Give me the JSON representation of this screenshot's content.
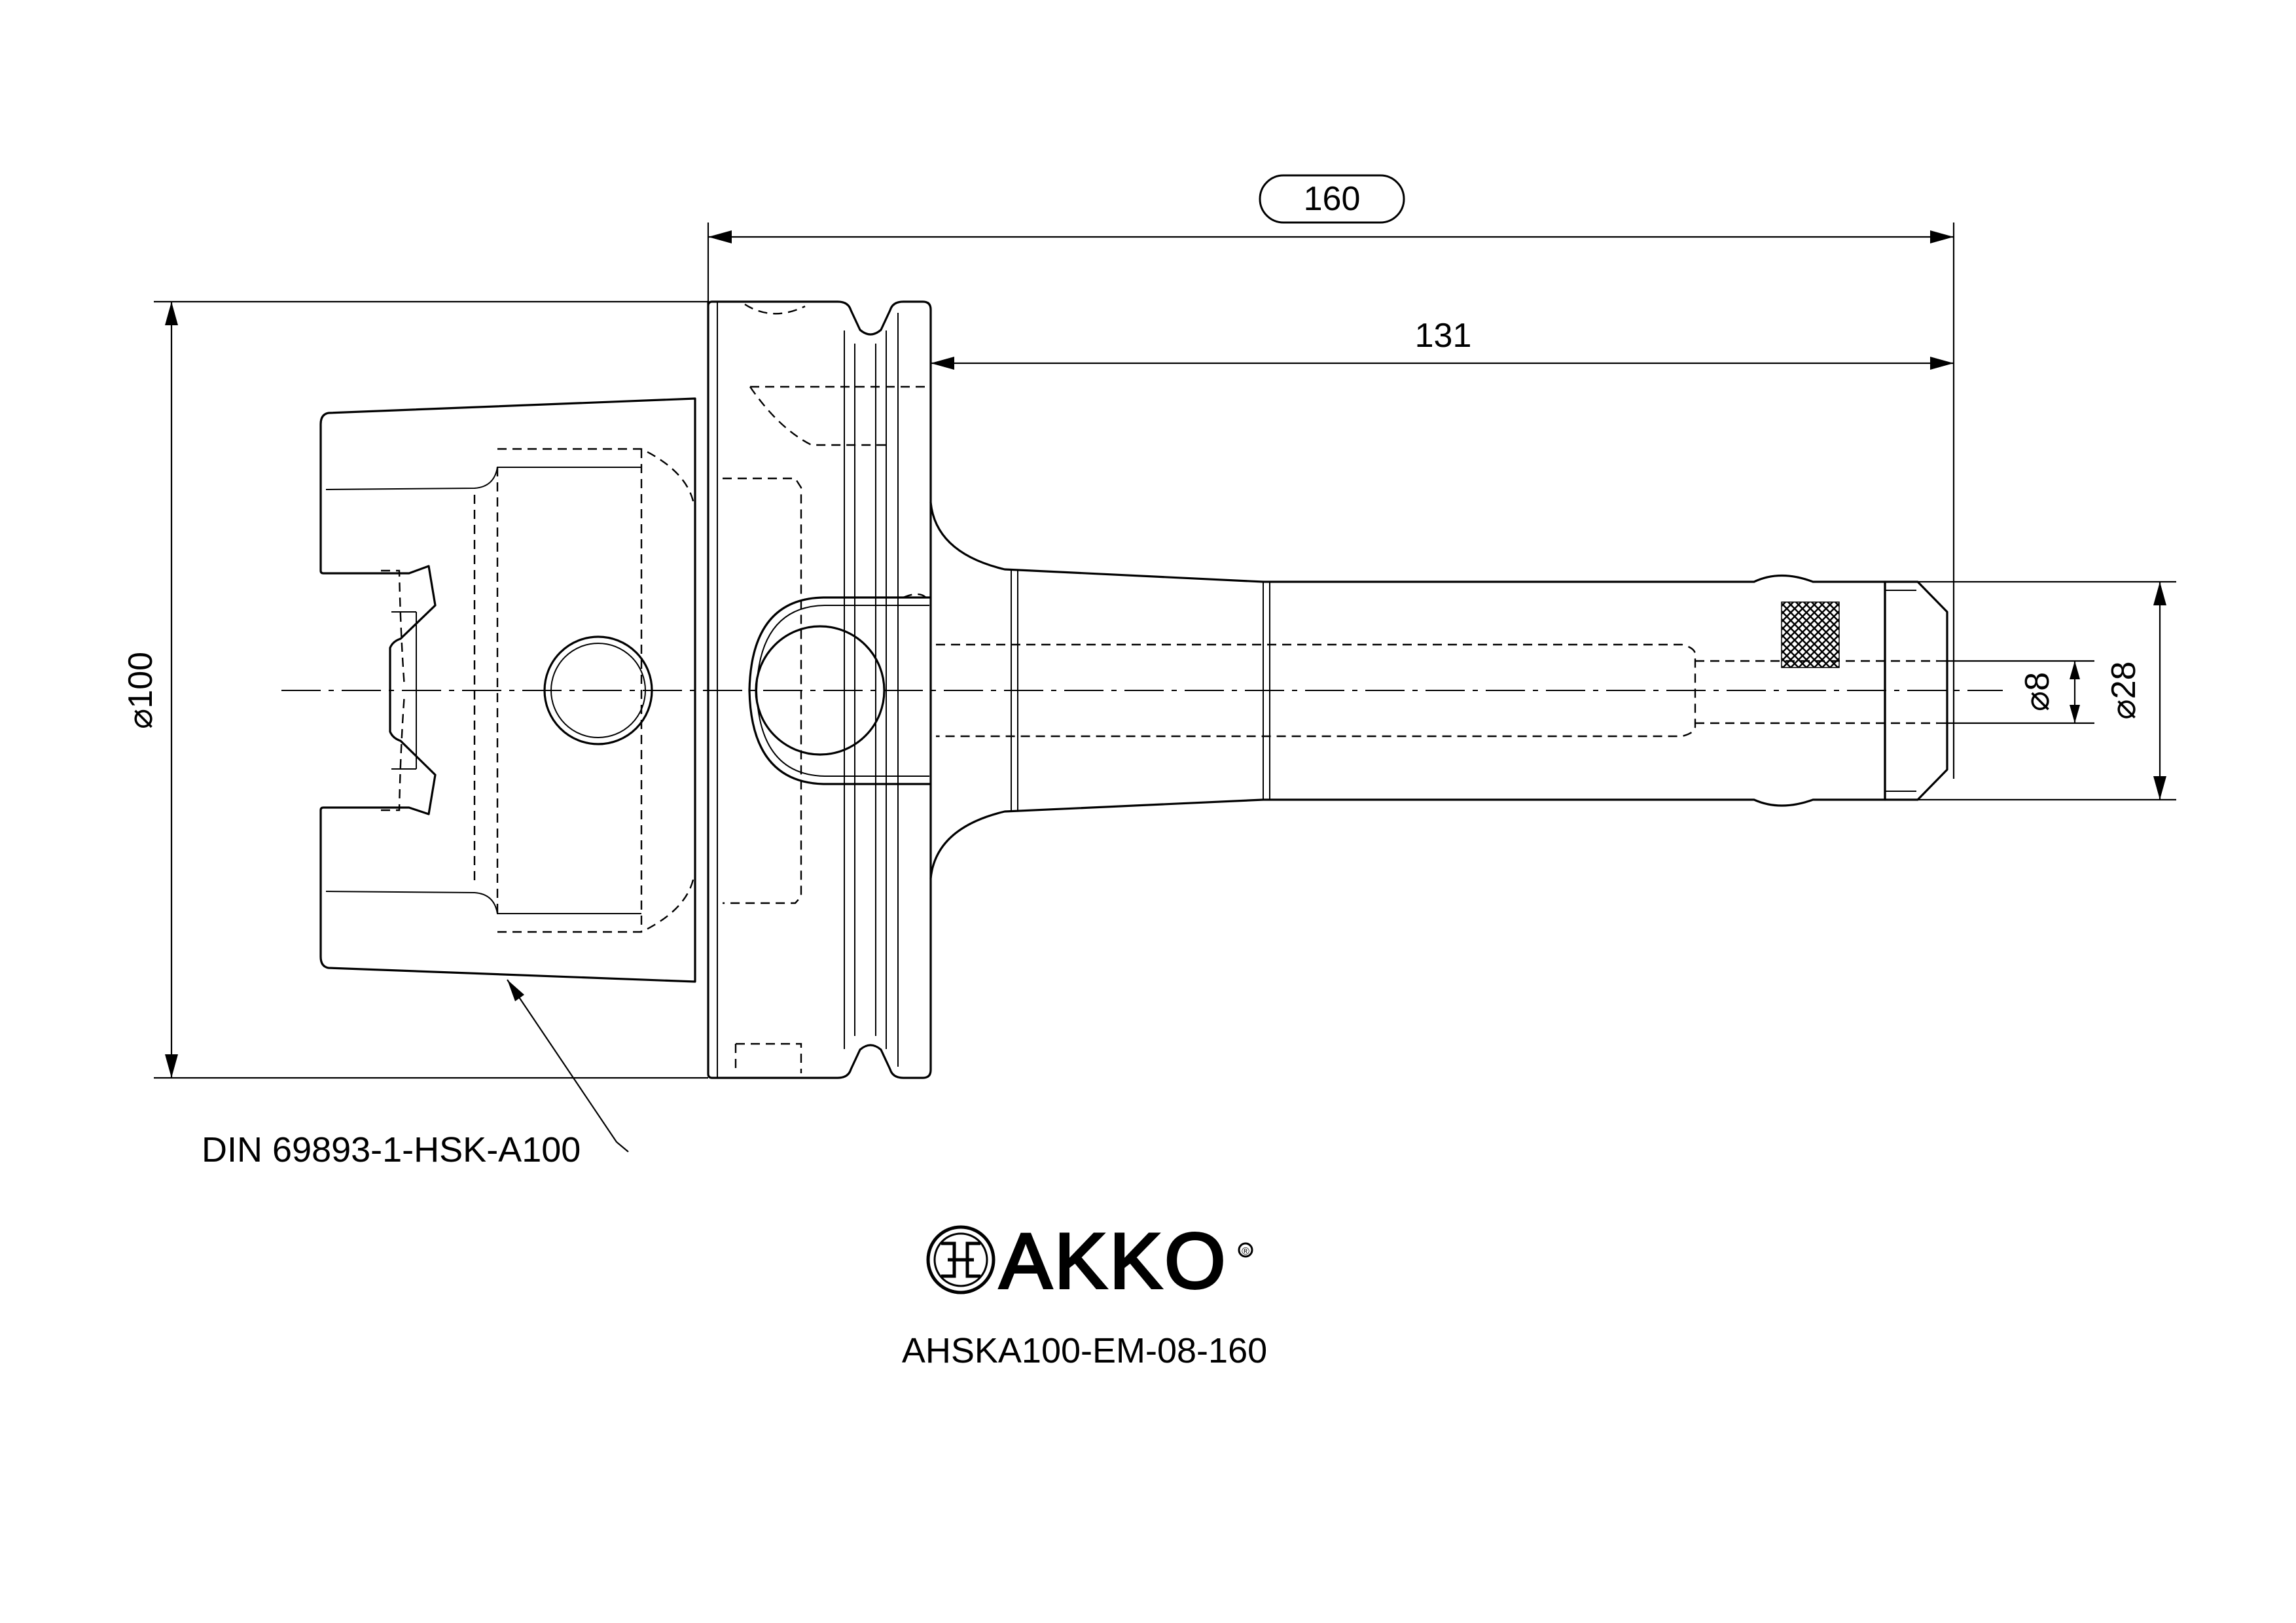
{
  "dimensions": {
    "overall_length": "160",
    "projection_length": "131",
    "flange_diameter": "⌀100",
    "shank_diameter": "⌀28",
    "bore_diameter": "⌀8"
  },
  "callout": {
    "taper_standard": "DIN 69893-1-HSK-A100"
  },
  "logo": {
    "brand": "AKKO",
    "registered_mark": "®"
  },
  "part_number": "AHSKA100-EM-08-160"
}
